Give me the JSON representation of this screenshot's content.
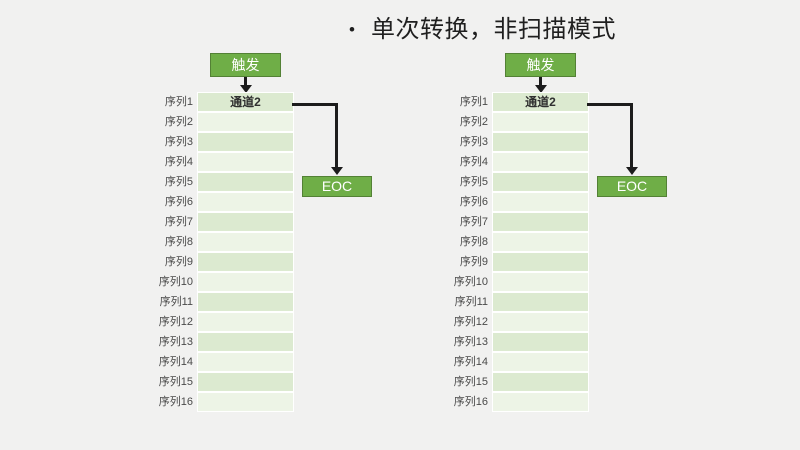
{
  "title": {
    "bullet": "•",
    "text": "单次转换，非扫描模式"
  },
  "diagram": {
    "trigger_label": "触发",
    "eoc_label": "EOC",
    "rows": [
      {
        "label": "序列1",
        "value": "通道2"
      },
      {
        "label": "序列2",
        "value": ""
      },
      {
        "label": "序列3",
        "value": ""
      },
      {
        "label": "序列4",
        "value": ""
      },
      {
        "label": "序列5",
        "value": ""
      },
      {
        "label": "序列6",
        "value": ""
      },
      {
        "label": "序列7",
        "value": ""
      },
      {
        "label": "序列8",
        "value": ""
      },
      {
        "label": "序列9",
        "value": ""
      },
      {
        "label": "序列10",
        "value": ""
      },
      {
        "label": "序列11",
        "value": ""
      },
      {
        "label": "序列12",
        "value": ""
      },
      {
        "label": "序列13",
        "value": ""
      },
      {
        "label": "序列14",
        "value": ""
      },
      {
        "label": "序列15",
        "value": ""
      },
      {
        "label": "序列16",
        "value": ""
      }
    ]
  },
  "colors": {
    "background": "#f1f1f0",
    "box_fill": "#6fae47",
    "box_border": "#538135",
    "row_odd": "#dcead0",
    "row_even": "#edf4e6",
    "arrow": "#1c1c1c"
  }
}
